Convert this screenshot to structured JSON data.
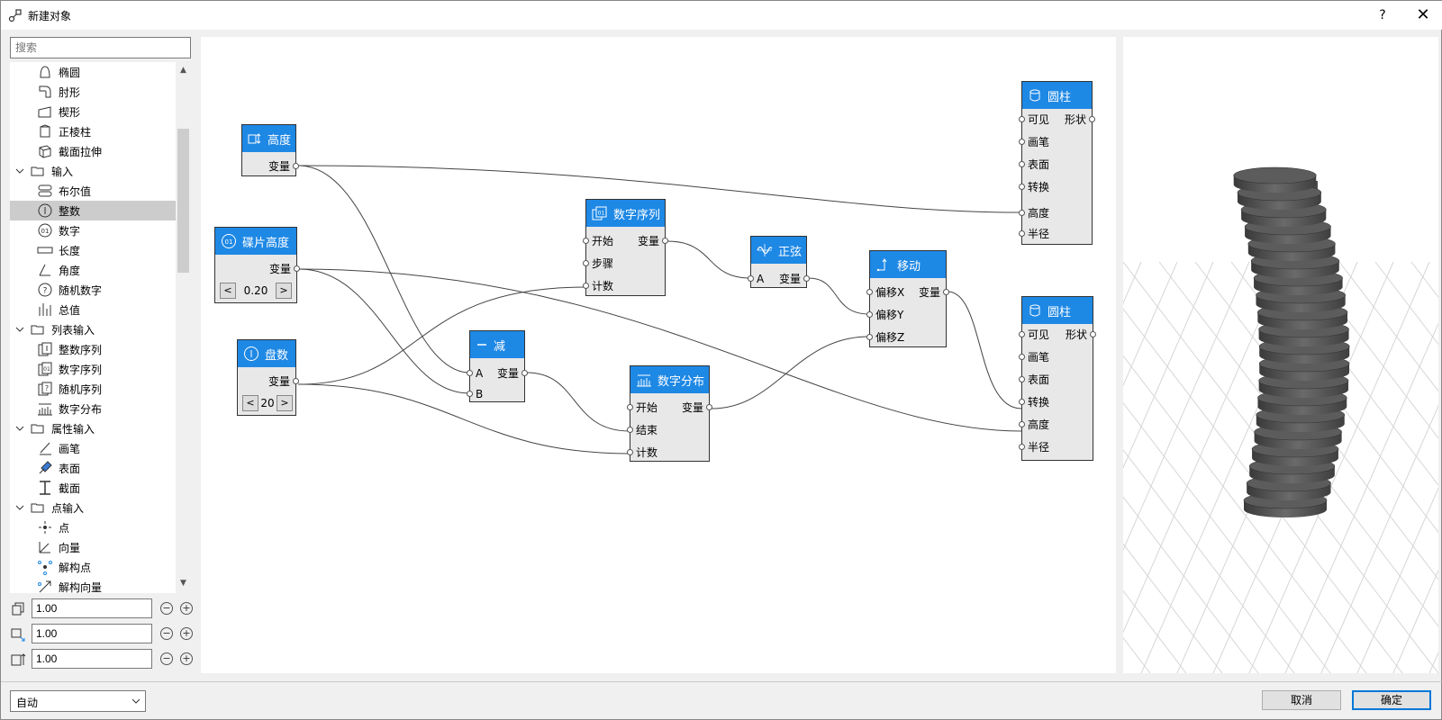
{
  "window": {
    "title": "新建对象",
    "help_label": "?",
    "close_label": "✕"
  },
  "search": {
    "placeholder": "搜索"
  },
  "tree": {
    "items": [
      {
        "label": "椭圆",
        "icon": "ellipse-icon"
      },
      {
        "label": "肘形",
        "icon": "elbow-icon"
      },
      {
        "label": "楔形",
        "icon": "wedge-icon"
      },
      {
        "label": "正棱柱",
        "icon": "prism-icon"
      },
      {
        "label": "截面拉伸",
        "icon": "extrude-icon"
      },
      {
        "label": "输入",
        "icon": "folder-icon"
      },
      {
        "label": "布尔值",
        "icon": "boolean-icon"
      },
      {
        "label": "整数",
        "icon": "integer-icon"
      },
      {
        "label": "数字",
        "icon": "number-icon"
      },
      {
        "label": "长度",
        "icon": "length-icon"
      },
      {
        "label": "角度",
        "icon": "angle-icon"
      },
      {
        "label": "随机数字",
        "icon": "random-number-icon"
      },
      {
        "label": "总值",
        "icon": "total-icon"
      },
      {
        "label": "列表输入",
        "icon": "folder-icon"
      },
      {
        "label": "整数序列",
        "icon": "integer-sequence-icon"
      },
      {
        "label": "数字序列",
        "icon": "number-sequence-icon"
      },
      {
        "label": "随机序列",
        "icon": "random-sequence-icon"
      },
      {
        "label": "数字分布",
        "icon": "distribution-icon"
      },
      {
        "label": "属性输入",
        "icon": "folder-icon"
      },
      {
        "label": "画笔",
        "icon": "pen-icon"
      },
      {
        "label": "表面",
        "icon": "surface-icon"
      },
      {
        "label": "截面",
        "icon": "profile-icon"
      },
      {
        "label": "点输入",
        "icon": "folder-icon"
      },
      {
        "label": "点",
        "icon": "point-icon"
      },
      {
        "label": "向量",
        "icon": "vector-icon"
      },
      {
        "label": "解构点",
        "icon": "deconstruct-point-icon"
      },
      {
        "label": "解构向量",
        "icon": "deconstruct-vector-icon"
      }
    ]
  },
  "params": [
    {
      "value": "1.00",
      "icon": "scale-x-icon"
    },
    {
      "value": "1.00",
      "icon": "scale-y-icon"
    },
    {
      "value": "1.00",
      "icon": "scale-z-icon"
    }
  ],
  "param_minus": "−",
  "param_plus": "+",
  "nodes": {
    "height": {
      "title": "高度",
      "out": "变量"
    },
    "disc_height": {
      "title": "碟片高度",
      "out": "变量",
      "value": "0.20"
    },
    "disc_count": {
      "title": "盘数",
      "out": "变量",
      "value": "20"
    },
    "subtract": {
      "title": "减",
      "in_a": "A",
      "in_b": "B",
      "out": "变量"
    },
    "num_seq": {
      "title": "数字序列",
      "in1": "开始",
      "in2": "步骤",
      "in3": "计数",
      "out": "变量"
    },
    "num_dist": {
      "title": "数字分布",
      "in1": "开始",
      "in2": "结束",
      "in3": "计数",
      "out": "变量"
    },
    "sine": {
      "title": "正弦",
      "in_a": "A",
      "out": "变量"
    },
    "move": {
      "title": "移动",
      "in1": "偏移X",
      "in2": "偏移Y",
      "in3": "偏移Z",
      "out": "变量"
    },
    "cyl1": {
      "title": "圆柱",
      "out": "形状",
      "ins": [
        "可见",
        "画笔",
        "表面",
        "转换",
        "高度",
        "半径"
      ]
    },
    "cyl2": {
      "title": "圆柱",
      "out": "形状",
      "ins": [
        "可见",
        "画笔",
        "表面",
        "转换",
        "高度",
        "半径"
      ]
    }
  },
  "stepper": {
    "dec": "<",
    "inc": ">"
  },
  "footer": {
    "mode": "自动",
    "cancel": "取消",
    "ok": "确定"
  }
}
